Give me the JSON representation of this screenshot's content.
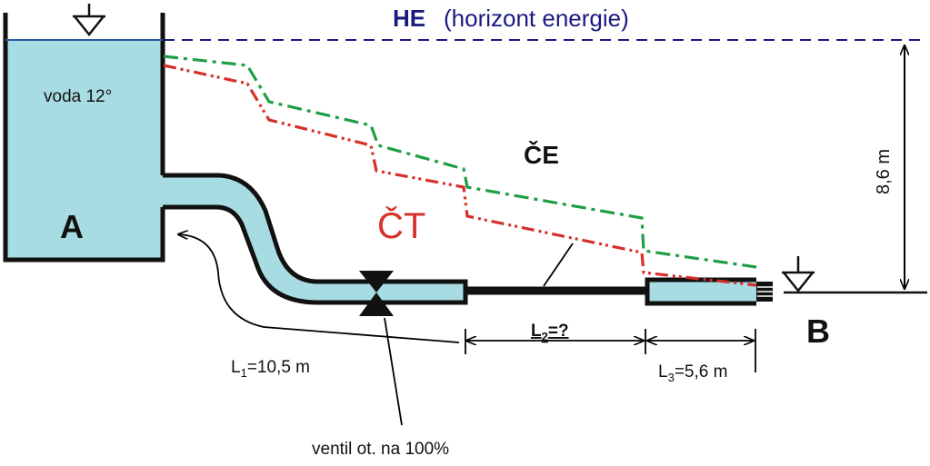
{
  "title": {
    "abbr": "HE",
    "full": "(horizont energie)"
  },
  "tank": {
    "label": "voda 12°",
    "node": "A"
  },
  "outlet": {
    "node": "B"
  },
  "lines": {
    "energy_label": "ČE",
    "piezo_label": "ČT"
  },
  "dimensions": {
    "head": "8,6 m",
    "l1_main": "L",
    "l1_sub": "1",
    "l1_value": "=10,5 m",
    "l2_main": "L",
    "l2_sub": "2",
    "l2_value": "=?",
    "l3_main": "L",
    "l3_sub": "3",
    "l3_value": "=5,6 m"
  },
  "valve": {
    "label": "ventil ot. na 100%"
  },
  "colors": {
    "water": "#a8dce3",
    "pipe_outline": "#111111",
    "energy_line": "#1f9e45",
    "piezo_line": "#d6302a",
    "energy_horizon": "#1a1a80"
  }
}
